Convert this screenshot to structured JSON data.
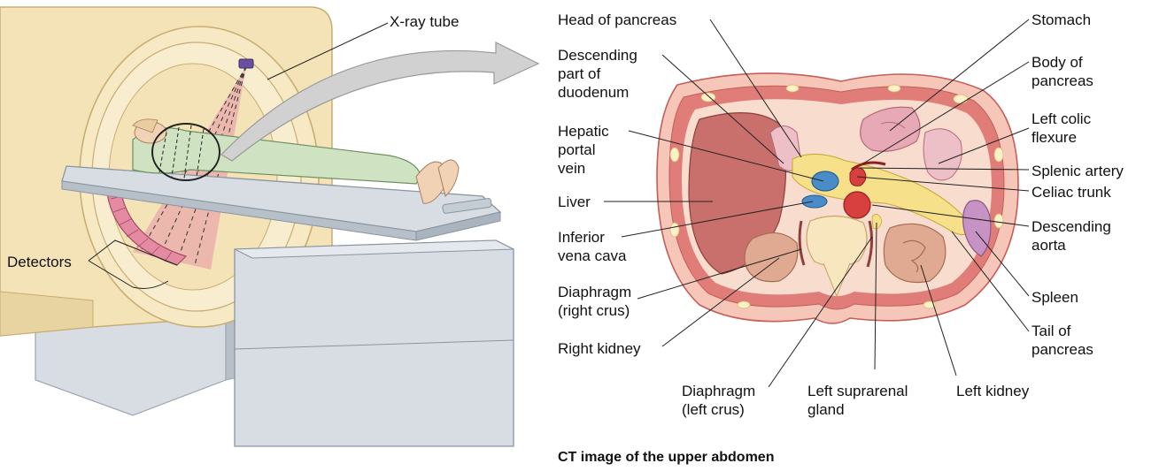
{
  "scanner": {
    "labels": {
      "xray_tube": "X-ray tube",
      "detectors": "Detectors"
    }
  },
  "ct_image": {
    "caption": "CT image of the upper abdomen",
    "labels": {
      "head_of_pancreas": "Head of pancreas",
      "descending_duodenum": "Descending\npart of\nduodenum",
      "hepatic_portal_vein": "Hepatic\nportal\nvein",
      "liver": "Liver",
      "inferior_vena_cava": "Inferior\nvena cava",
      "diaphragm_right": "Diaphragm\n(right crus)",
      "right_kidney": "Right kidney",
      "diaphragm_left": "Diaphragm\n(left crus)",
      "left_suprarenal": "Left suprarenal\ngland",
      "left_kidney": "Left kidney",
      "stomach": "Stomach",
      "body_of_pancreas": "Body of\npancreas",
      "left_colic_flexure": "Left colic\nflexure",
      "splenic_artery": "Splenic artery",
      "celiac_trunk": "Celiac trunk",
      "descending_aorta": "Descending\naorta",
      "spleen": "Spleen",
      "tail_of_pancreas": "Tail of\npancreas"
    }
  },
  "colors": {
    "housing": "#f3e3b6",
    "housing_edge": "#c9ad73",
    "table": "#d7dde3",
    "table_dark": "#b7c0c9",
    "patient": "#cfe3c3",
    "beam": "#e9a9ab",
    "detector": "#e48aa3",
    "body_wall": "#e07d78",
    "fat": "#f6c7b8",
    "liver": "#c96f6c",
    "organ_pink": "#ecc0c6",
    "kidney": "#e0aa92",
    "pancreas": "#f6e08a",
    "portal": "#4a8cc8",
    "aorta": "#d8403f",
    "spleen": "#c792c4",
    "vertebra": "#f8e6bf"
  }
}
